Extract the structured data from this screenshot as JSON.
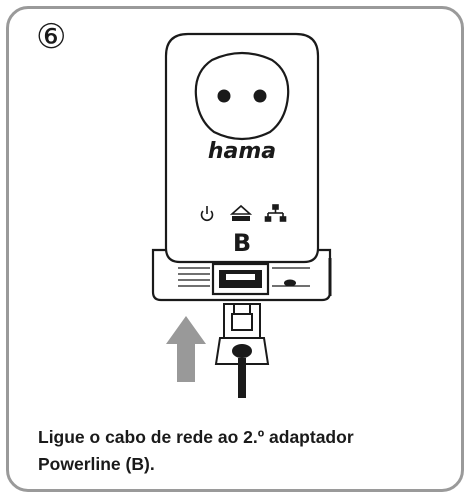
{
  "step": {
    "number": "⑥"
  },
  "device": {
    "brand": "hama",
    "adapter_label": "B",
    "indicators": [
      "power-icon",
      "powerline-icon",
      "ethernet-icon"
    ]
  },
  "instruction": {
    "line1": "Ligue o cabo de rede ao 2.º adaptador",
    "line2": "Powerline (B)."
  },
  "colors": {
    "frame": "#9a9a9a",
    "arrow": "#999999",
    "outline": "#1a1a1a"
  }
}
